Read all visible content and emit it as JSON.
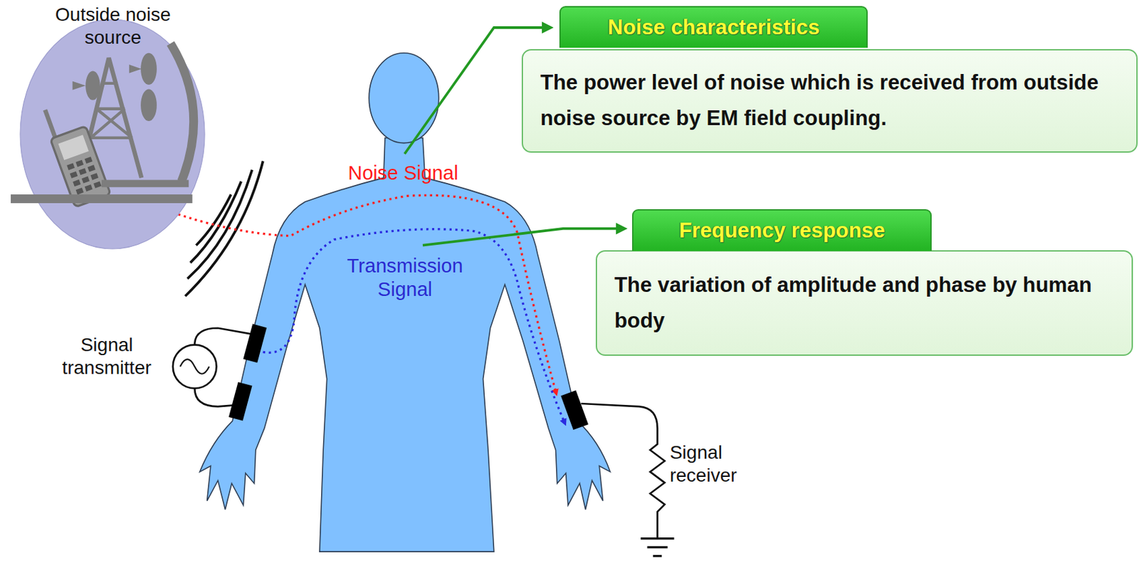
{
  "diagram": {
    "nodes": [
      {
        "text": [
          "Outside noise source"
        ]
      },
      {
        "text": [
          "Noise characteristics",
          "The power level of noise which is received from outside noise source by EM field coupling."
        ]
      },
      {
        "text": [
          "Frequency response",
          "The variation of amplitude and phase by human body"
        ]
      }
    ],
    "labels": [
      "Noise Signal",
      "Transmission Signal",
      "Signal transmitter",
      "Signal receiver"
    ]
  }
}
